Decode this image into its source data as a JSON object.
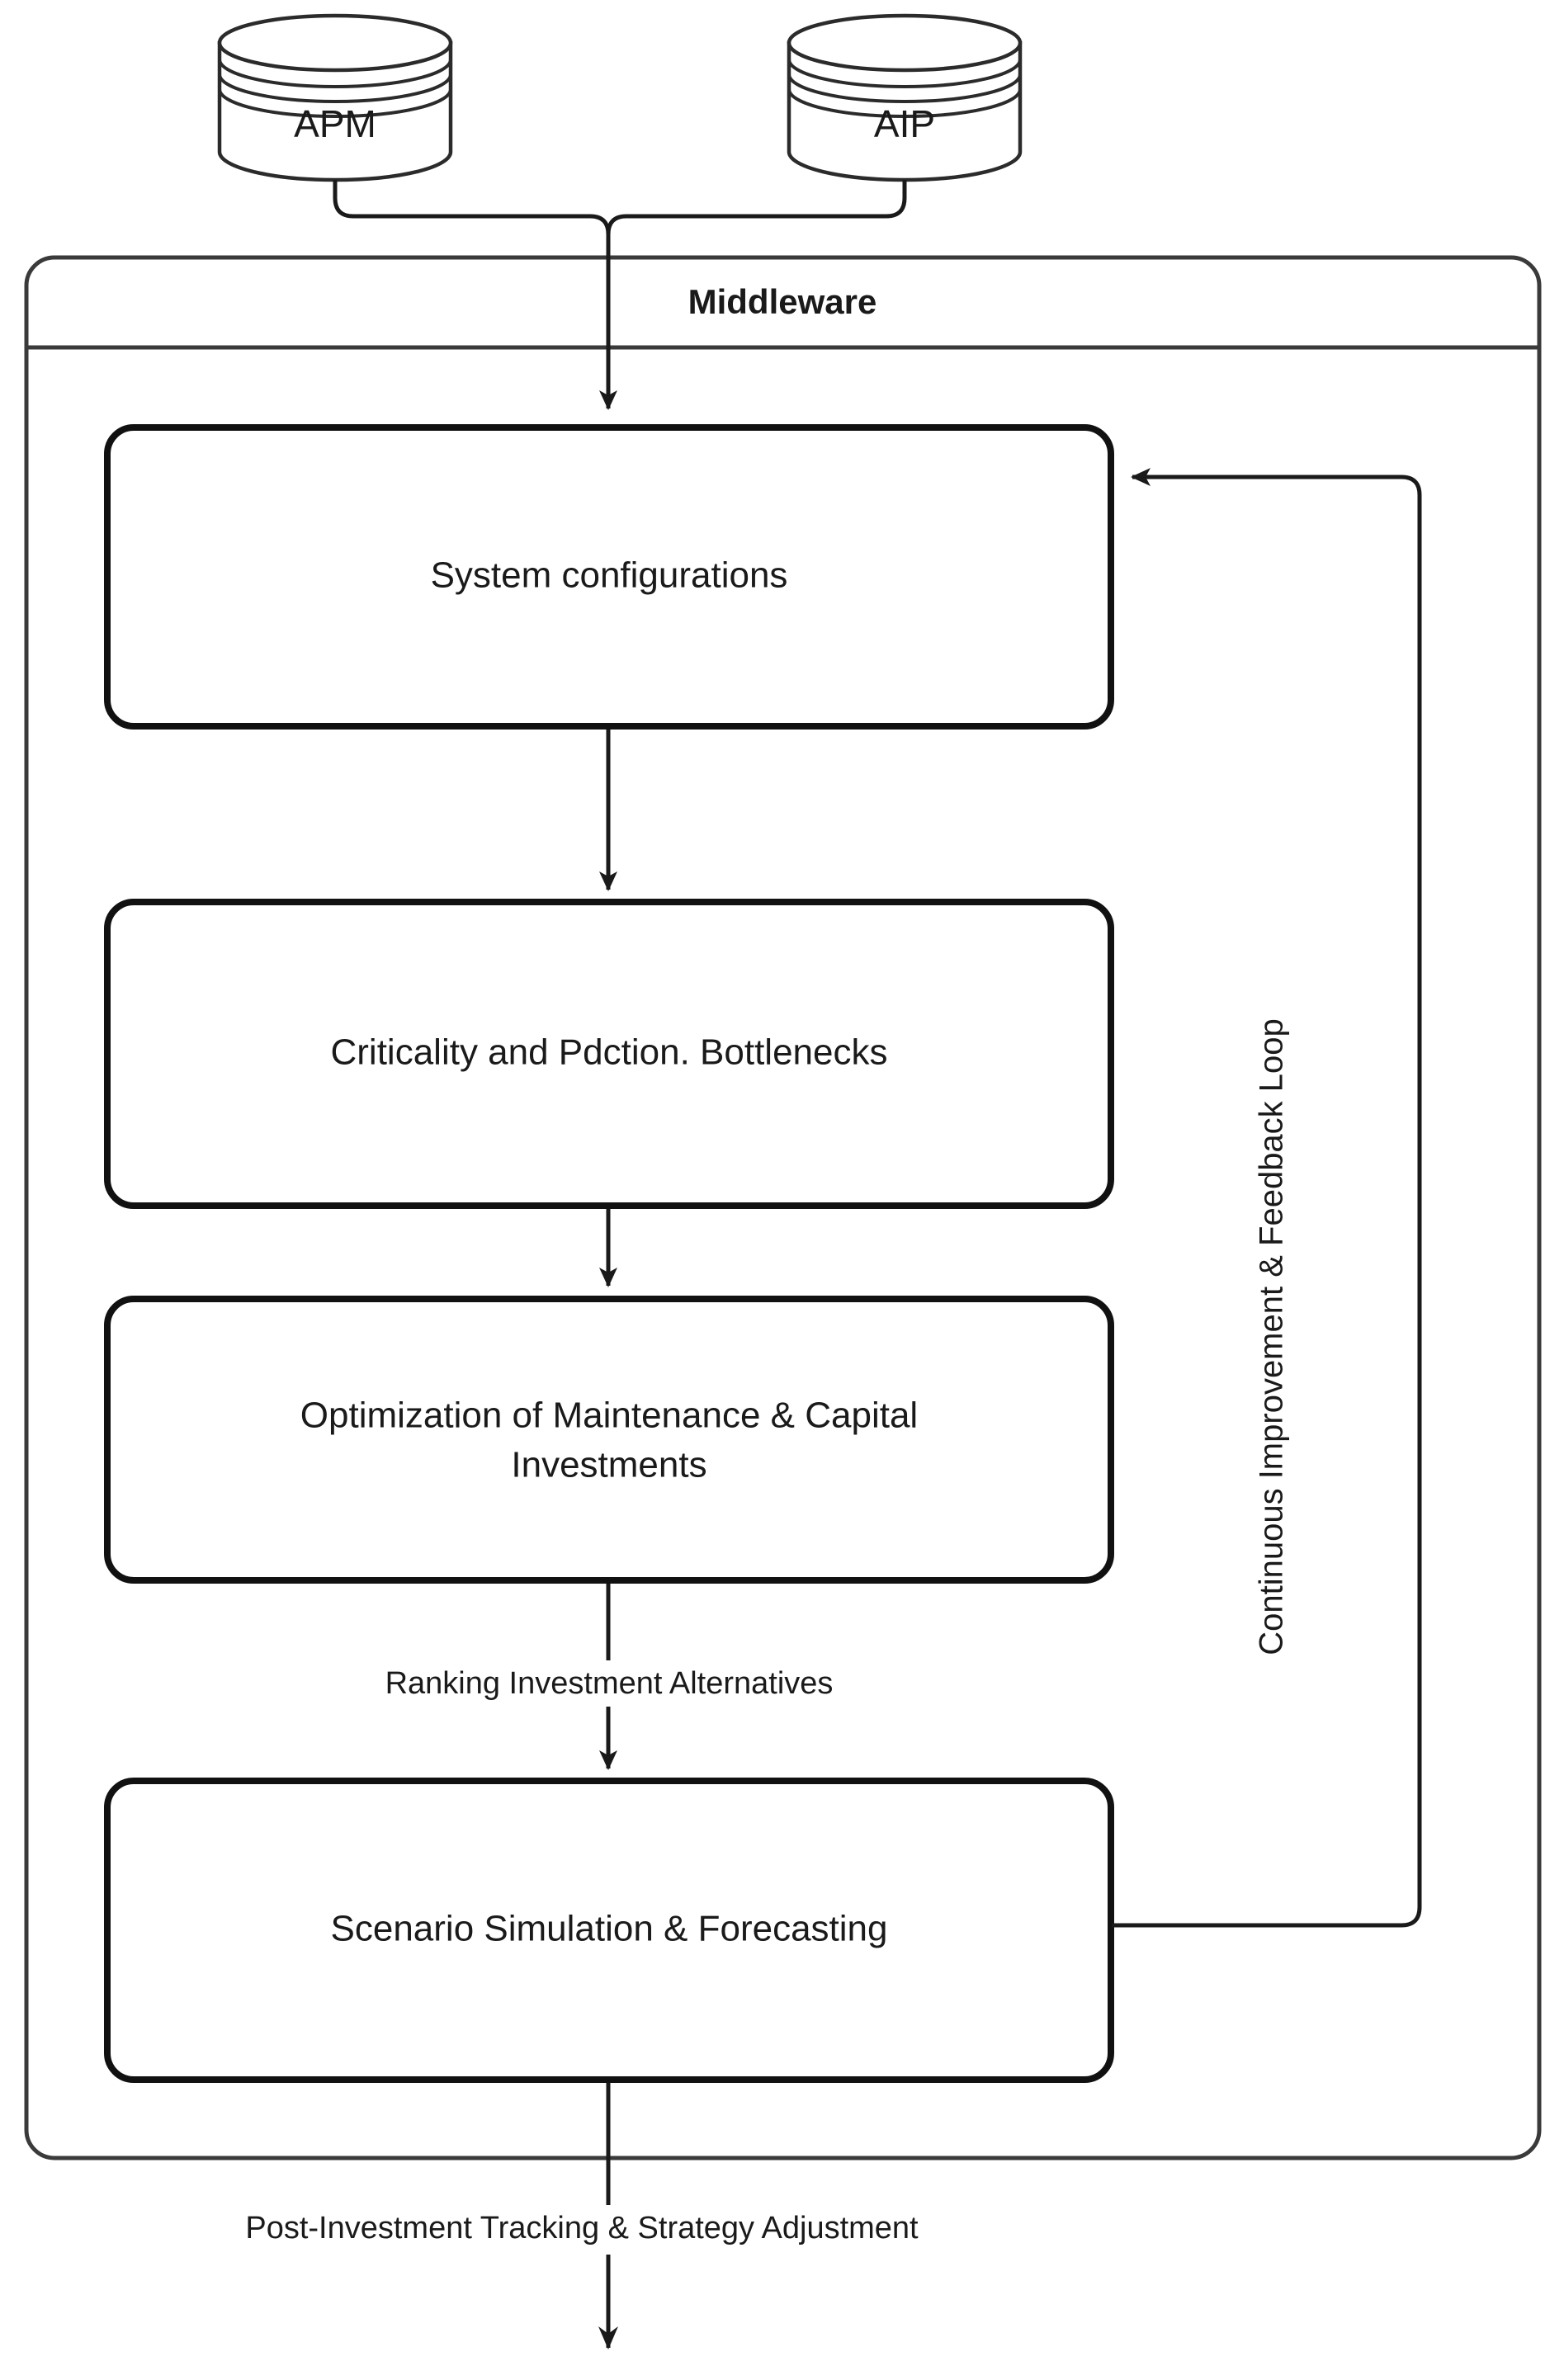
{
  "diagram": {
    "type": "flowchart",
    "title_container": "Middleware",
    "datastores": [
      {
        "id": "apm",
        "label": "APM",
        "shape": "cylinder"
      },
      {
        "id": "aip",
        "label": "AIP",
        "shape": "cylinder"
      }
    ],
    "process_steps": [
      {
        "id": "step1",
        "label": "System configurations"
      },
      {
        "id": "step2",
        "label": "Criticality and Pdction. Bottlenecks"
      },
      {
        "id": "step3",
        "label_line1": "Optimization of Maintenance & Capital",
        "label_line2": "Investments"
      },
      {
        "id": "step4",
        "label": "Scenario Simulation & Forecasting"
      }
    ],
    "edge_labels": {
      "ranking": "Ranking Investment Alternatives",
      "feedback_loop": "Continuous Improvement & Feedback Loop",
      "post_investment": "Post-Investment Tracking & Strategy Adjustment"
    },
    "colors": {
      "stroke": "#1a1a1a",
      "container_stroke": "#333333",
      "fill": "#ffffff",
      "text": "#1a1a1a"
    }
  }
}
